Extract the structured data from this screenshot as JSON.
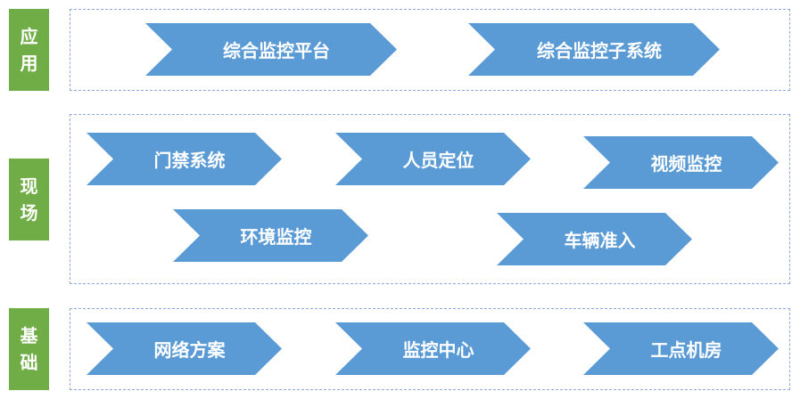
{
  "layers": [
    {
      "label_chars": [
        "应",
        "用"
      ],
      "items": [
        "综合监控平台",
        "综合监控子系统"
      ]
    },
    {
      "label_chars": [
        "现",
        "场"
      ],
      "items": [
        "门禁系统",
        "人员定位",
        "视频监控",
        "环境监控",
        "车辆准入"
      ]
    },
    {
      "label_chars": [
        "基",
        "础"
      ],
      "items": [
        "网络方案",
        "监控中心",
        "工点机房"
      ]
    }
  ],
  "colors": {
    "tag": "#70ad47",
    "chevron": "#5b9bd5",
    "panel_border": "#8faadc"
  }
}
